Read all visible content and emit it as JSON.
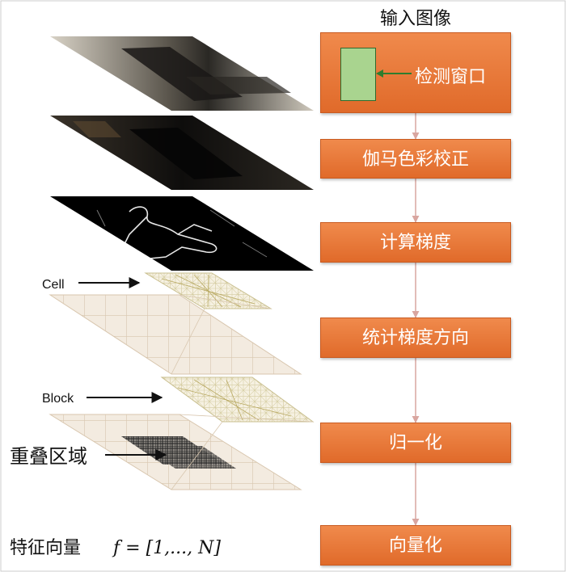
{
  "header": {
    "input_image": "输入图像"
  },
  "steps": [
    {
      "label": "检测窗口"
    },
    {
      "label": "伽马色彩校正"
    },
    {
      "label": "计算梯度"
    },
    {
      "label": "统计梯度方向"
    },
    {
      "label": "归一化"
    },
    {
      "label": "向量化"
    }
  ],
  "annotations": {
    "cell": "Cell",
    "block": "Block",
    "overlap": "重叠区域",
    "feature_vector": "特征向量",
    "formula": "f = [1,..., N]"
  },
  "colors": {
    "box_fill_top": "#f08a4c",
    "box_fill_bottom": "#e06a2a",
    "window_fill": "#a9d48f",
    "connector": "#d9a6a0",
    "grid_fill": "#f3ebe0",
    "grid_line": "#d8c6ae"
  }
}
